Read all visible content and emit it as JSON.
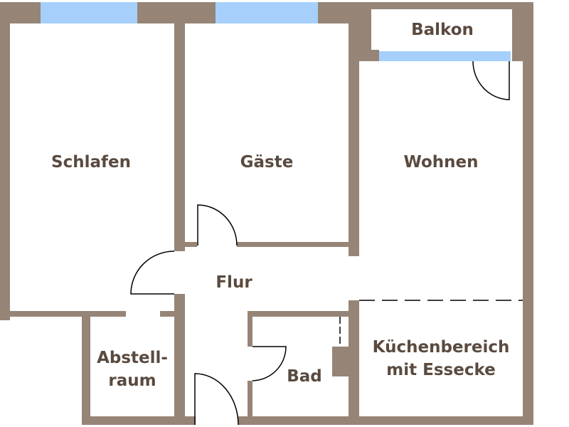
{
  "rooms": {
    "schlafen": "Schlafen",
    "gaeste": "Gäste",
    "balkon": "Balkon",
    "wohnen": "Wohnen",
    "flur": "Flur",
    "abstellraum_1": "Abstell-",
    "abstellraum_2": "raum",
    "bad": "Bad",
    "kueche_1": "Küchenbereich",
    "kueche_2": "mit Essecke"
  },
  "colors": {
    "wall": "#968577",
    "window": "#a6d0fb",
    "text": "#5a4a3f"
  }
}
